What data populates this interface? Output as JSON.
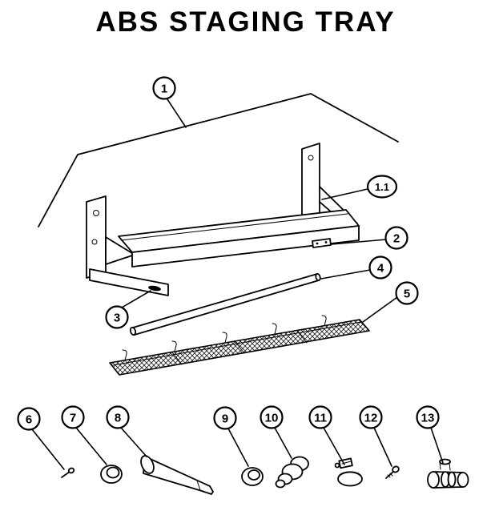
{
  "title": "ABS STAGING TRAY",
  "callouts": [
    {
      "label": "1"
    },
    {
      "label": "1.1"
    },
    {
      "label": "2"
    },
    {
      "label": "3"
    },
    {
      "label": "4"
    },
    {
      "label": "5"
    },
    {
      "label": "6"
    },
    {
      "label": "7"
    },
    {
      "label": "8"
    },
    {
      "label": "9"
    },
    {
      "label": "10"
    },
    {
      "label": "11"
    },
    {
      "label": "12"
    },
    {
      "label": "13"
    }
  ]
}
